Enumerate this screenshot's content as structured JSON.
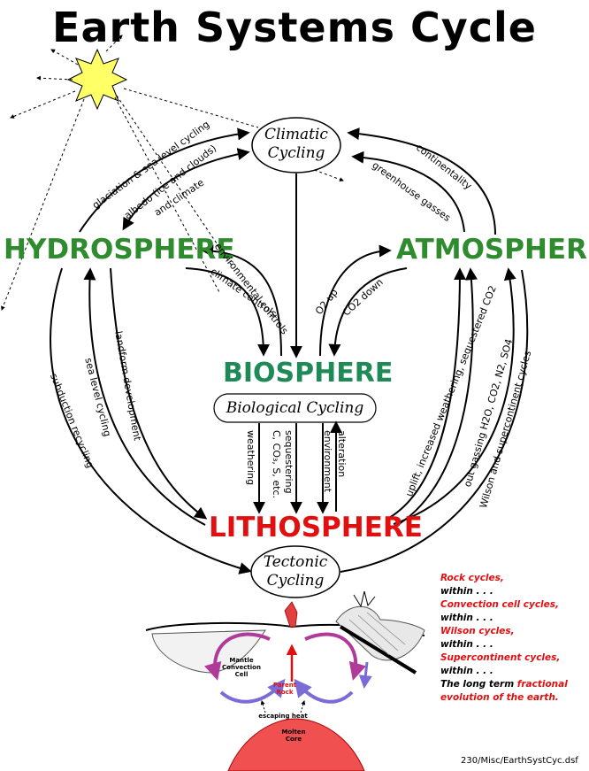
{
  "title": "Earth Systems Cycle",
  "spheres": {
    "hydrosphere": "HYDROSPHERE",
    "atmosphere": "ATMOSPHERE",
    "biosphere": "BIOSPHERE",
    "lithosphere": "LITHOSPHERE"
  },
  "ovals": {
    "climatic": [
      "Climatic",
      "Cycling"
    ],
    "biological": "Biological Cycling",
    "tectonic": [
      "Tectonic",
      "Cycling"
    ]
  },
  "arrow_labels": {
    "glaciation": "glaciation & sea level cycling",
    "albedo1": "albedo (ice and clouds)",
    "albedo2": "and climate",
    "continentality": "continentality",
    "greenhouse": "greenhouse gasses",
    "environmental_controls": "environmental controls",
    "climate_controls": "climate controls",
    "o2_up": "O2 up",
    "co2_down": "CO2 down",
    "landform": "landform development",
    "sea_level": "sea level cycling",
    "subduction": "subduction recycling",
    "weathering": "weathering",
    "sequestering1": "sequestering",
    "sequestering2": "C, CO₃, S, etc.",
    "environment": "environment",
    "alteration": "alteration",
    "uplift": "uplift, increased weathering, sequestered CO2",
    "outgassing": "out gassing H2O, CO2, N2, SO4",
    "wilson": "Wilson and supercontinent cycles"
  },
  "tectonic_diagram": {
    "mantle": [
      "Mantle",
      "Convection",
      "Cell"
    ],
    "parent": [
      "Parent",
      "Rock"
    ],
    "escaping": "escaping heat",
    "molten": [
      "Molten",
      "Core"
    ]
  },
  "legend": [
    {
      "text": "Rock cycles,",
      "color": "red"
    },
    {
      "text": "within . . .",
      "color": "black"
    },
    {
      "text": "Convection cell cycles,",
      "color": "red"
    },
    {
      "text": "within . . .",
      "color": "black"
    },
    {
      "text": "Wilson cycles,",
      "color": "red"
    },
    {
      "text": "within . . .",
      "color": "black"
    },
    {
      "text": "Supercontinent cycles,",
      "color": "red"
    },
    {
      "text": "within . . .",
      "color": "black"
    }
  ],
  "legend_last": {
    "prefix": "The long term ",
    "red": "fractional",
    "line2": "evolution of the earth."
  },
  "footer": "230/Misc/EarthSystCyc.dsf"
}
